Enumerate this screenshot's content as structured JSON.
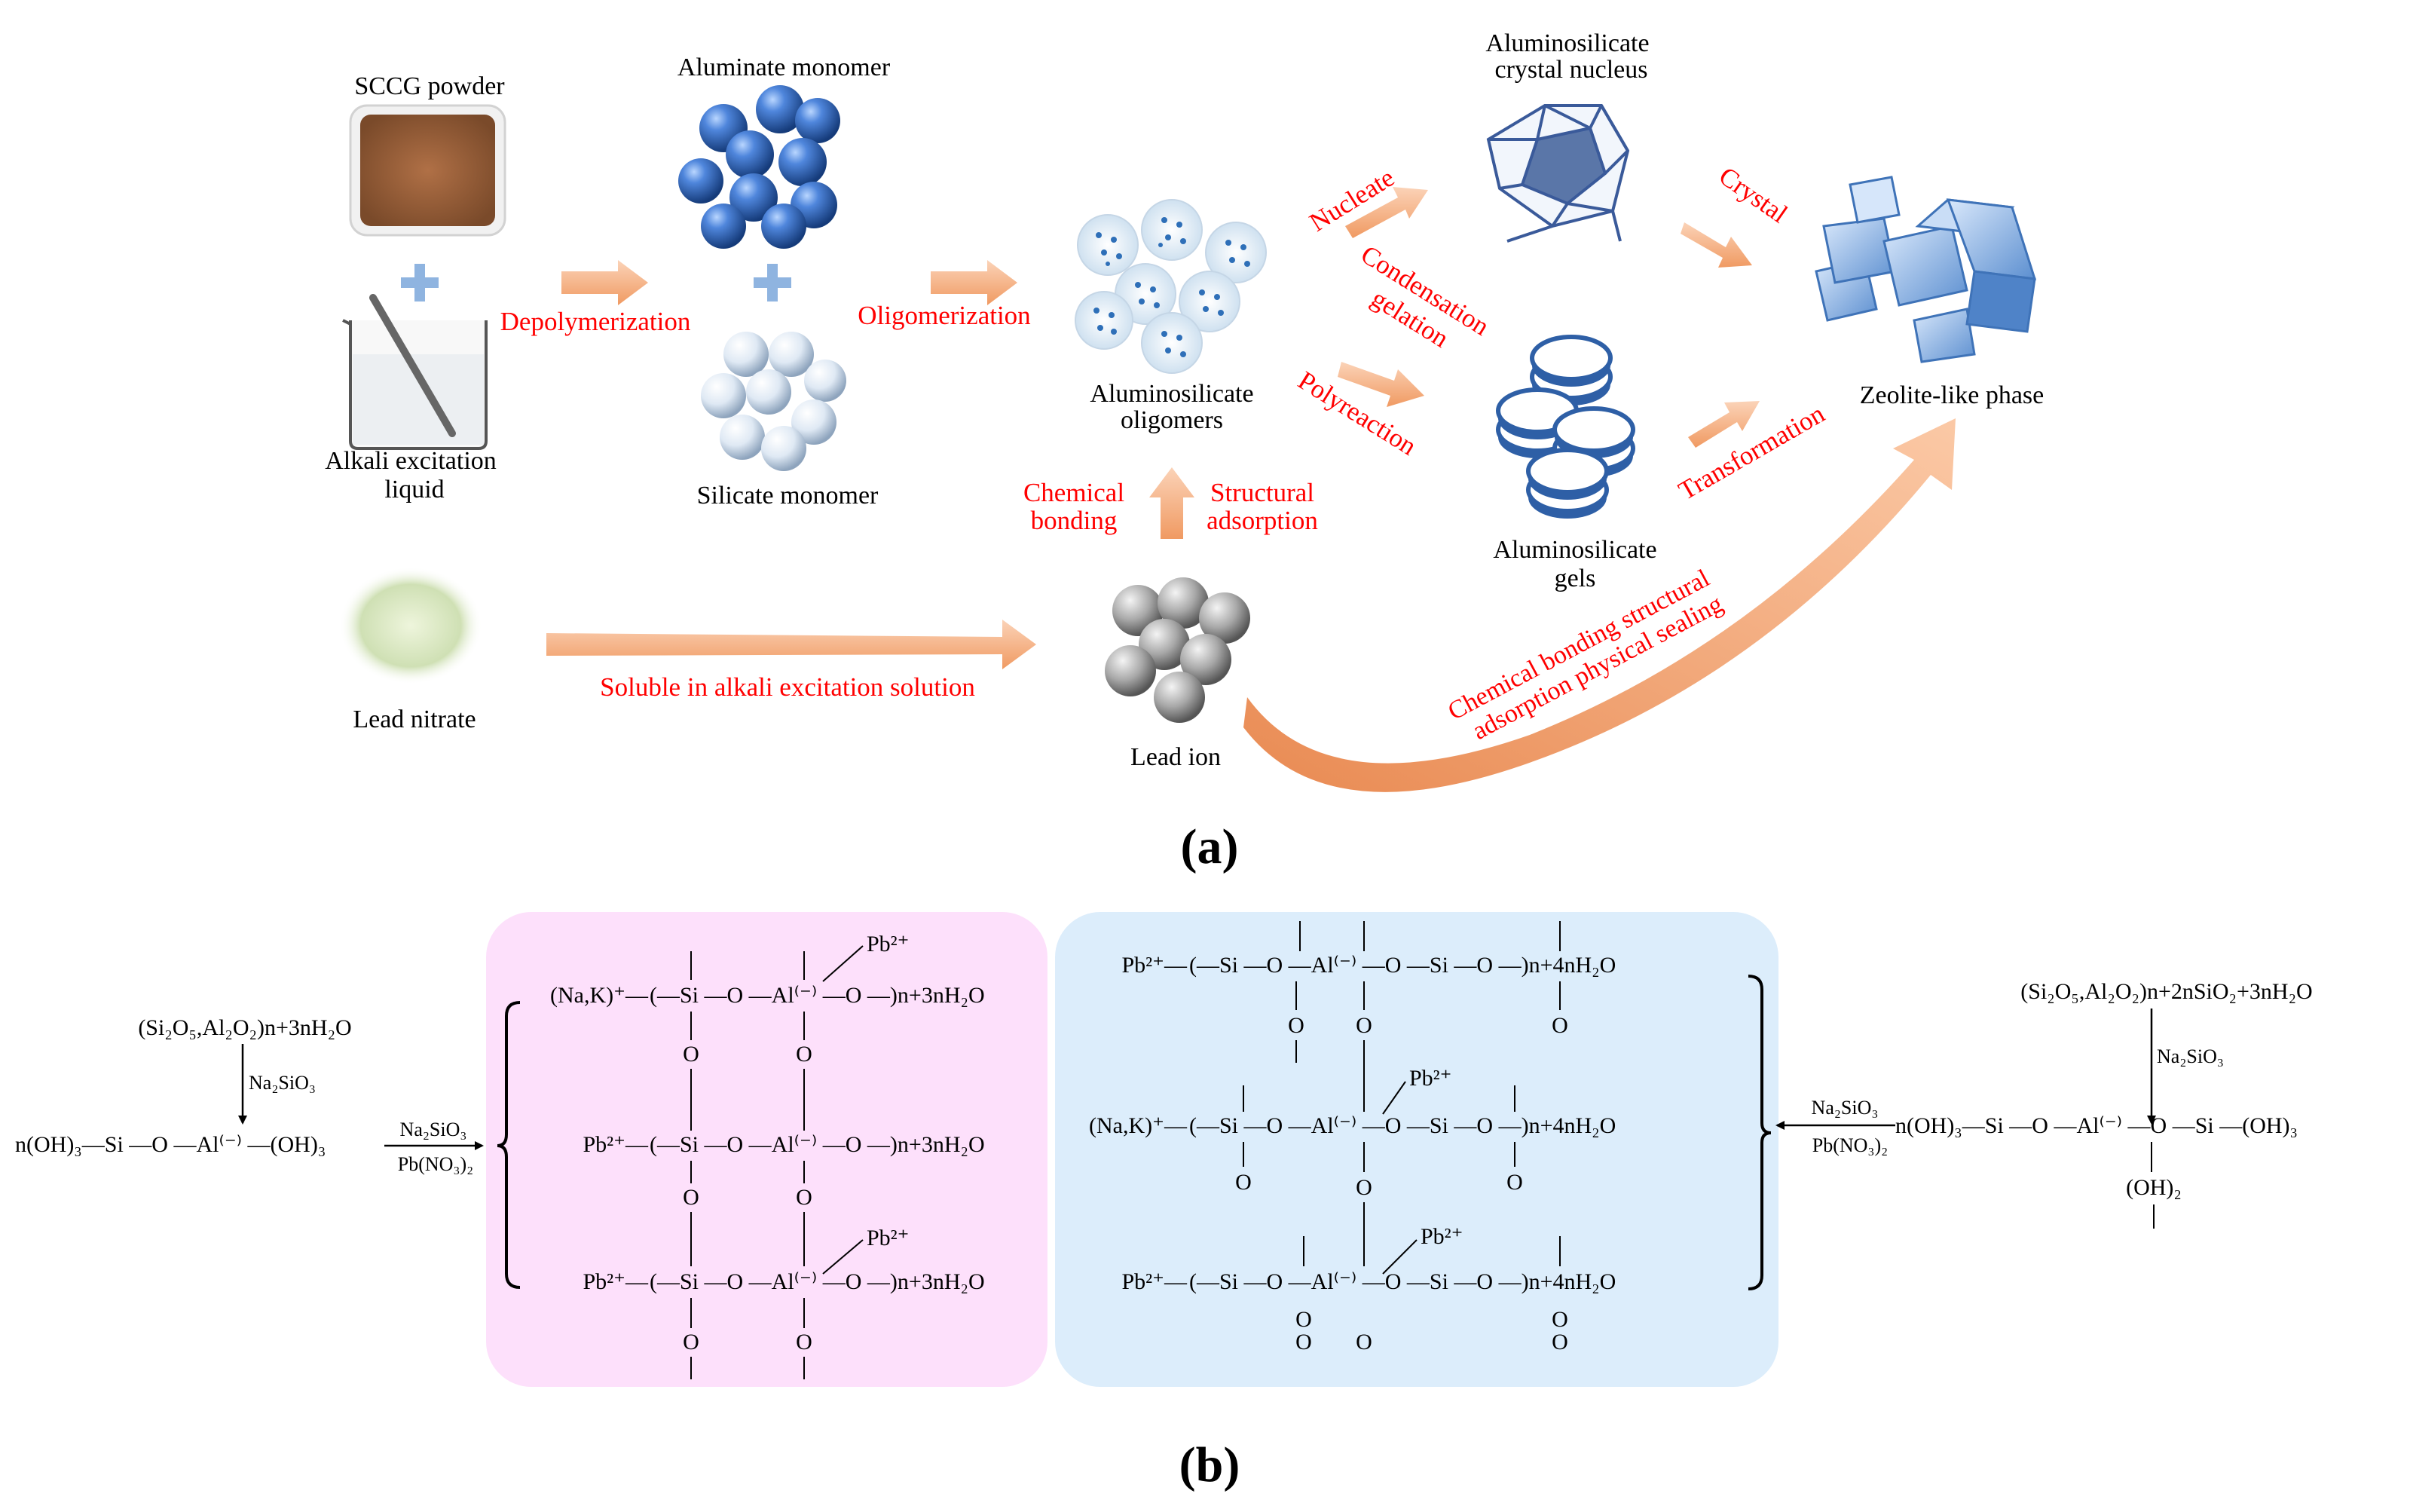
{
  "panel_a": {
    "label": "(a)",
    "materials": {
      "sccg_powder": "SCCG powder",
      "alkali_liquid": [
        "Alkali excitation",
        "liquid"
      ],
      "lead_nitrate": "Lead nitrate"
    },
    "species": {
      "aluminate_monomer": "Aluminate monomer",
      "silicate_monomer": "Silicate monomer",
      "oligomers": [
        "Aluminosilicate",
        "oligomers"
      ],
      "nucleus": [
        "Aluminosilicate",
        "crystal  nucleus"
      ],
      "gels": [
        "Aluminosilicate",
        "gels"
      ],
      "zeolite": "Zeolite-like phase",
      "lead_ion": "Lead ion"
    },
    "processes": {
      "depolymerization": "Depolymerization",
      "oligomerization": "Oligomerization",
      "nucleate": "Nucleate",
      "crystal": "Crystal",
      "condensation": [
        "Condensation",
        "gelation"
      ],
      "polyreaction": "Polyreaction",
      "transformation": "Transformation",
      "chemical_bonding": [
        "Chemical",
        "bonding"
      ],
      "structural_adsorption": [
        "Structural",
        "adsorption"
      ],
      "soluble": "Soluble in alkali excitation solution",
      "sealing": [
        "Chemical bonding structural",
        "adsorption physical sealing"
      ]
    },
    "colors": {
      "process_text": "#ff0000",
      "arrow": "#f8b080",
      "monomer_blue": "#3a6fc4"
    }
  },
  "panel_b": {
    "label": "(b)",
    "colors": {
      "left_panel": "#fde0fb",
      "right_panel": "#dcedfb"
    },
    "left_scheme": {
      "reactant": "(Si₂O₅,Al₂O₂)n+3nH₂O",
      "reagent_down": "Na₂SiO₃",
      "intermediate": "n(OH)₃—Si —O —Al⁽⁻⁾ —(OH)₃",
      "reagent_top": "Na₂SiO₃",
      "reagent_bottom": "Pb(NO₃)₂"
    },
    "right_scheme": {
      "reactant": "(Si₂O₅,Al₂O₂)n+2nSiO₂+3nH₂O",
      "reagent_down": "Na₂SiO₃",
      "intermediate": "n(OH)₃—Si —O —Al⁽⁻⁾ —O —Si —(OH)₃",
      "substituent": "(OH)₂",
      "reagent_top": "Na₂SiO₃",
      "reagent_bottom": "Pb(NO₃)₂"
    },
    "pink_rows": [
      {
        "lead": "(Na,K)⁺—",
        "body": "(—Si —O —Al⁽⁻⁾ —O —)n+3nH₂O"
      },
      {
        "lead": "Pb²⁺—",
        "body": "(—Si —O —Al⁽⁻⁾ —O —)n+3nH₂O"
      },
      {
        "lead": "Pb²⁺—",
        "body": "(—Si —O —Al⁽⁻⁾ —O —)n+3nH₂O"
      }
    ],
    "blue_rows": [
      {
        "lead": "Pb²⁺—",
        "body": "(—Si —O —Al⁽⁻⁾ —O —Si —O —)n+4nH₂O"
      },
      {
        "lead": "(Na,K)⁺—",
        "body": "(—Si —O —Al⁽⁻⁾ —O —Si —O —)n+4nH₂O"
      },
      {
        "lead": "Pb²⁺—",
        "body": "(—Si —O —Al⁽⁻⁾ —O —Si —O —)n+4nH₂O"
      }
    ],
    "pb_label": "Pb²⁺",
    "o_label": "O"
  }
}
